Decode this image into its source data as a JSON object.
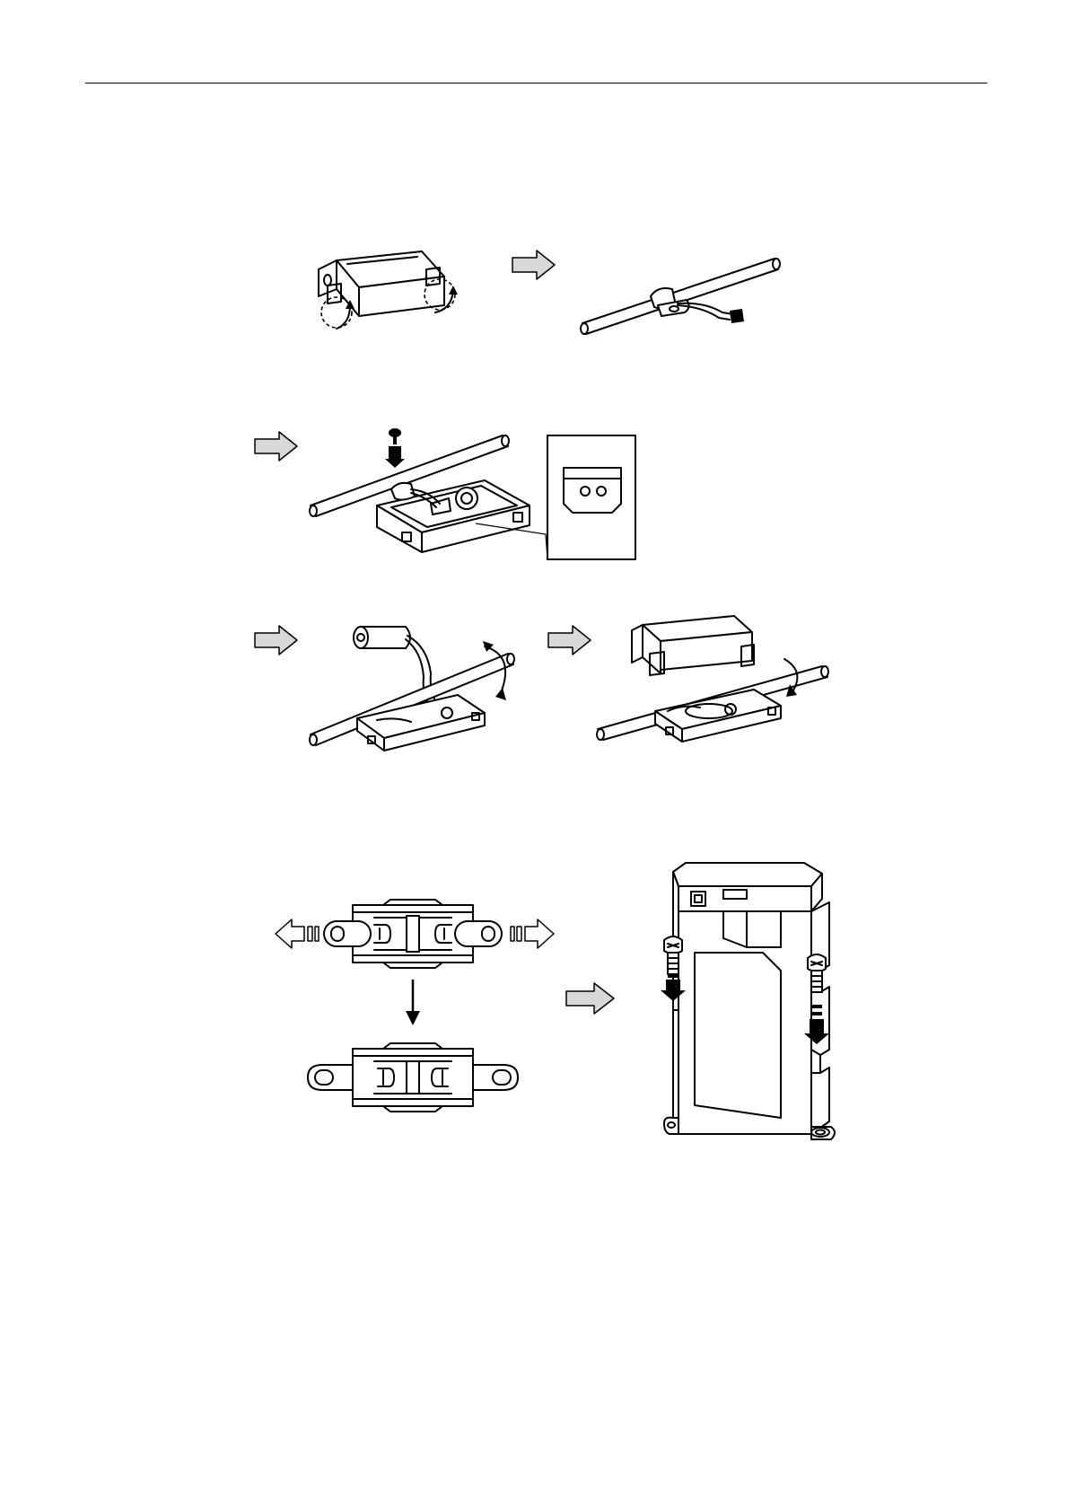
{
  "page": {
    "figures": [
      {
        "id": "step-1-open-cover",
        "icon": "battery-case-open-icon"
      },
      {
        "id": "step-2-cable-clamp",
        "icon": "cable-clamp-icon"
      },
      {
        "id": "step-3-screw-clamp",
        "icon": "screw-clamp-icon"
      },
      {
        "id": "step-4-insert-battery",
        "icon": "battery-insert-icon"
      },
      {
        "id": "step-5-close-cover",
        "icon": "close-cover-icon"
      },
      {
        "id": "step-6-mounting-tabs",
        "icon": "mounting-tabs-icon"
      },
      {
        "id": "step-7-screw-mount",
        "icon": "screw-mount-icon"
      }
    ],
    "colors": {
      "arrow_fill": "#d8d8d8",
      "line": "#000000",
      "background": "#ffffff"
    }
  }
}
